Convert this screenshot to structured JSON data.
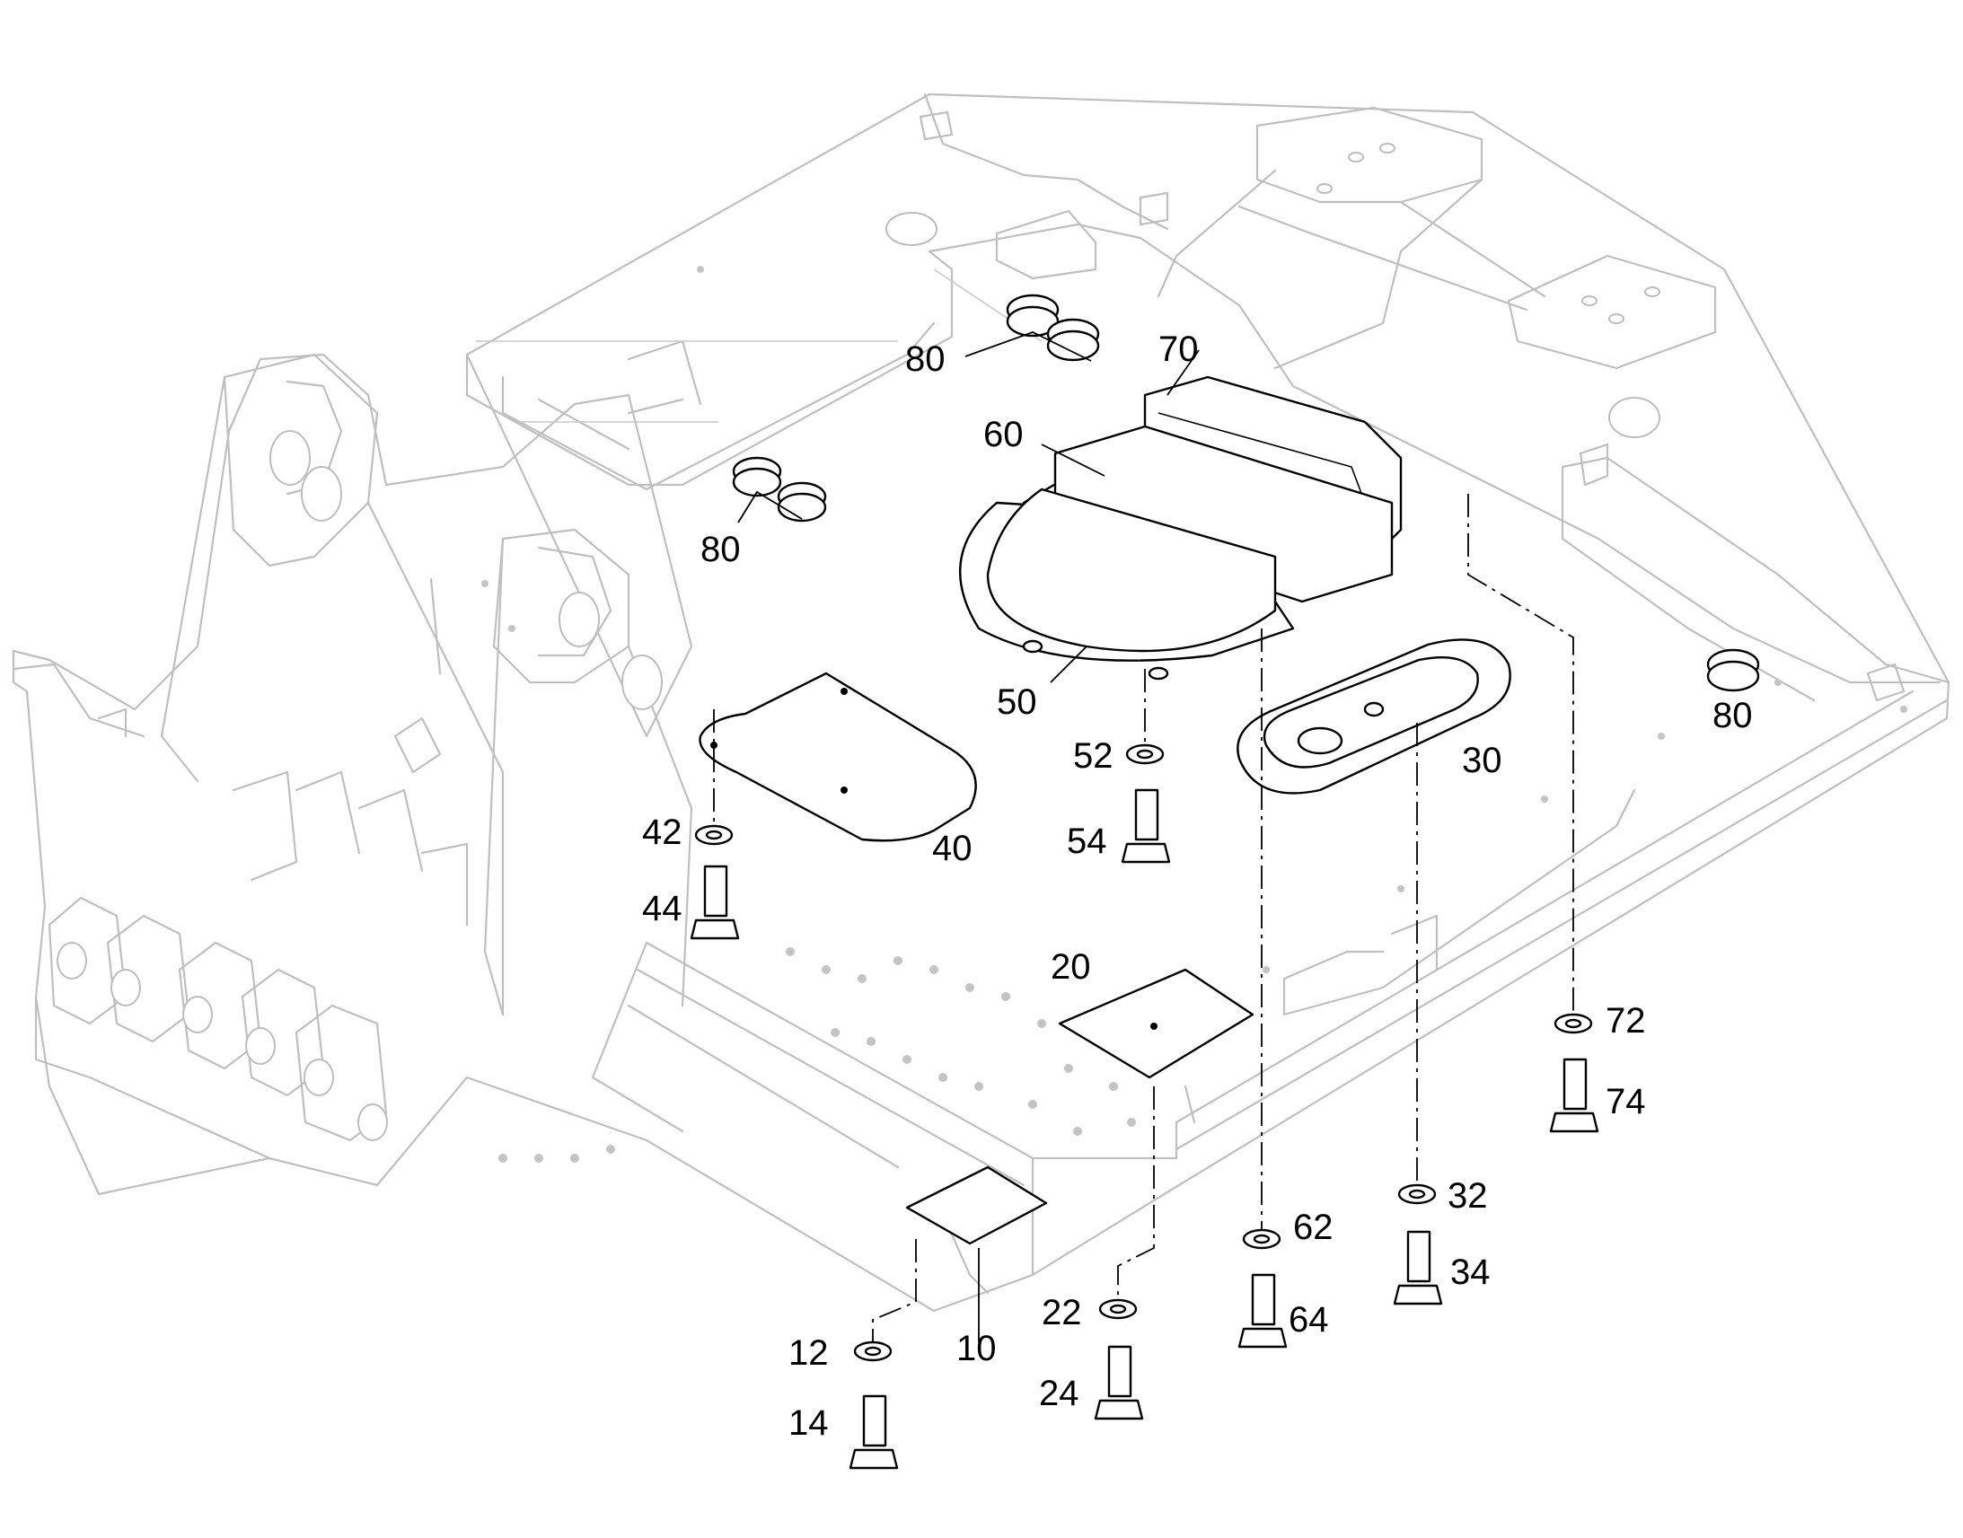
{
  "figure": {
    "kind": "exploded parts diagram"
  },
  "callouts": {
    "c10": "10",
    "c12": "12",
    "c14": "14",
    "c20": "20",
    "c22": "22",
    "c24": "24",
    "c30": "30",
    "c32": "32",
    "c34": "34",
    "c40": "40",
    "c42": "42",
    "c44": "44",
    "c50": "50",
    "c52": "52",
    "c54": "54",
    "c60": "60",
    "c62": "62",
    "c64": "64",
    "c70": "70",
    "c72": "72",
    "c74": "74",
    "c80a": "80",
    "c80b": "80",
    "c80c": "80"
  },
  "colors": {
    "frame": "#bfbfbf",
    "parts": "#000000",
    "background": "#ffffff"
  }
}
